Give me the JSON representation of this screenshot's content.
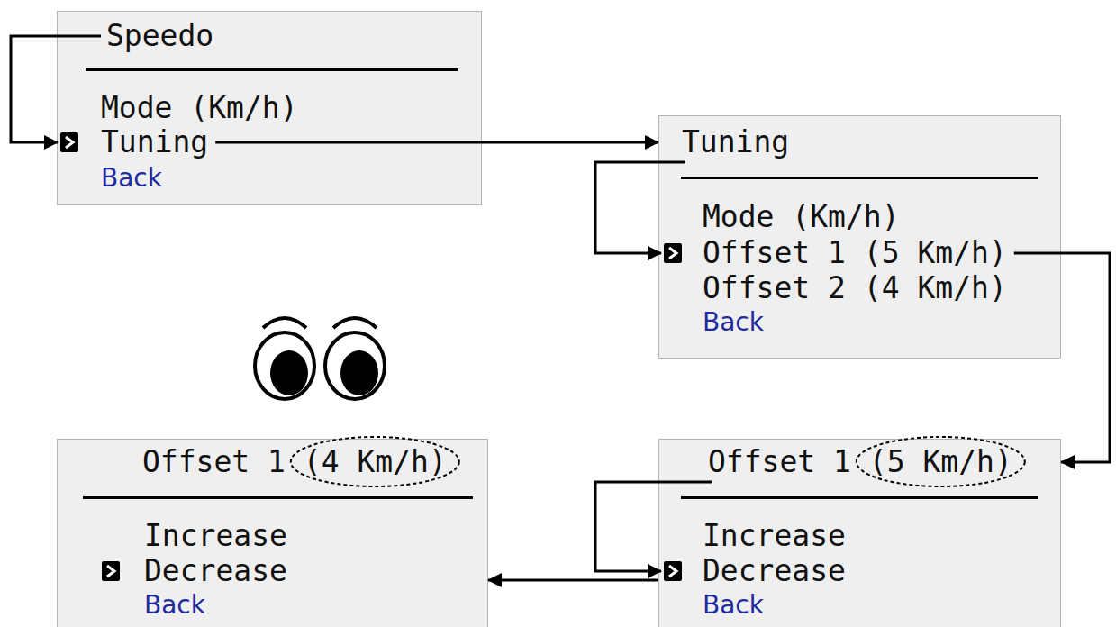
{
  "diagram": {
    "nodes": [
      {
        "text": [
          "Speedo",
          "Mode (Km/h)",
          "Tuning",
          "Back"
        ]
      },
      {
        "text": [
          "Tuning",
          "Mode (Km/h)",
          "Offset 1 (5 Km/h)",
          "Offset 2 (4 Km/h)",
          "Back"
        ]
      },
      {
        "text": [
          "Offset 1 (4 Km/h)",
          "Increase",
          "Decrease",
          "Back"
        ]
      },
      {
        "text": [
          "Offset 1 (5 Km/h)",
          "Increase",
          "Decrease",
          "Back"
        ]
      }
    ],
    "edges": [
      {
        "from": 0,
        "to": 1,
        "arrow": "to"
      },
      {
        "from": 1,
        "to": 3,
        "arrow": "to"
      },
      {
        "from": 3,
        "to": 2,
        "arrow": "to"
      }
    ]
  }
}
